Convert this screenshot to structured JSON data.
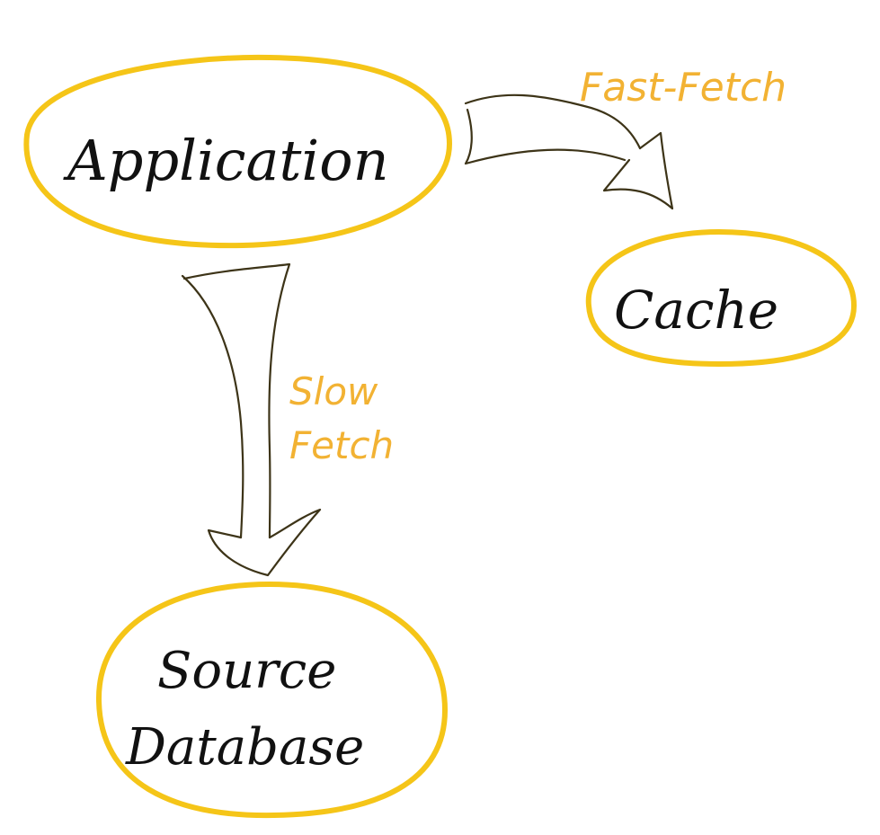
{
  "nodes": {
    "application": {
      "label": "Application"
    },
    "cache": {
      "label": "Cache"
    },
    "source_database": {
      "line1": "Source",
      "line2": "Database"
    }
  },
  "edges": {
    "fast_fetch": {
      "label": "Fast-Fetch"
    },
    "slow_fetch": {
      "line1": "Slow",
      "line2": "Fetch"
    }
  },
  "colors": {
    "node_outline": "#F5C518",
    "arrow": "#3D3418",
    "edge_label": "#F2B233",
    "text": "#111111"
  }
}
